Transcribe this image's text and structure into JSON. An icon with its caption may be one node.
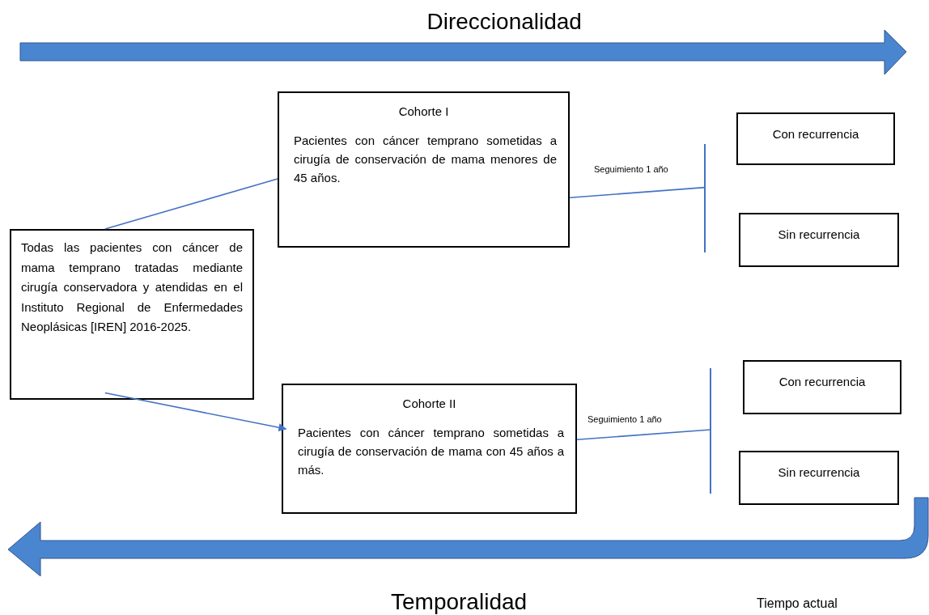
{
  "diagram": {
    "nodes": [
      {
        "text": [
          "Cohorte I",
          "Pacientes con cáncer temprano sometidas a cirugía de conservación de mama menores de 45 años."
        ]
      },
      {
        "text": [
          "Con recurrencia"
        ]
      },
      {
        "text": [
          "Sin recurrencia"
        ]
      },
      {
        "text": [
          "Todas las pacientes con cáncer de mama temprano tratadas mediante cirugía conservadora y atendidas en el Instituto Regional de Enfermedades Neoplásicas [IREN] 2016-2025."
        ]
      },
      {
        "text": [
          "Cohorte II",
          "Pacientes con cáncer temprano sometidas a cirugía de conservación de mama con 45 años a más."
        ]
      },
      {
        "text": [
          "Con recurrencia"
        ]
      },
      {
        "text": [
          "Sin recurrencia"
        ]
      },
      {
        "text": [],
        "shape": "bar"
      },
      {
        "text": [],
        "shape": "bar"
      }
    ],
    "edges": [
      {
        "from": 3,
        "to": 0,
        "arrow": "none"
      },
      {
        "from": 3,
        "to": 4,
        "arrow": "to"
      },
      {
        "from": 0,
        "to": 7,
        "label": "Seguimiento 1 año",
        "arrow": "none"
      },
      {
        "from": 4,
        "to": 8,
        "label": "Seguimiento 1 año",
        "arrow": "none"
      }
    ],
    "labels": [
      "Direccionalidad",
      "Temporalidad",
      "Tiempo actual"
    ]
  }
}
